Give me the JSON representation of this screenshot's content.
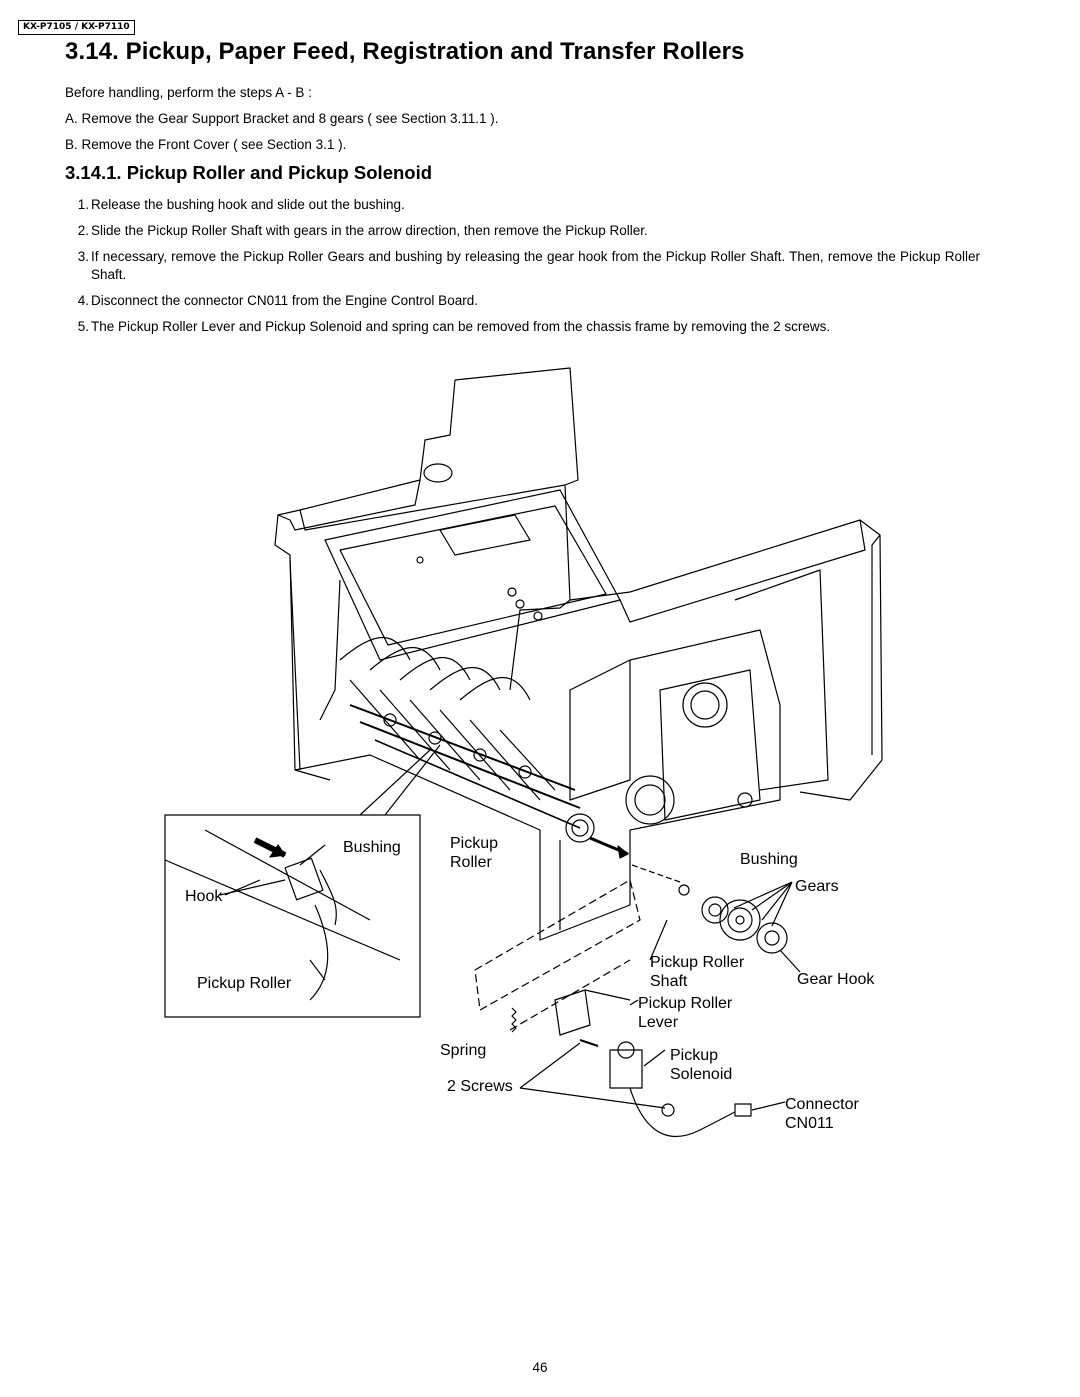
{
  "header": {
    "model": "KX-P7105  / KX-P7110",
    "title": "3.14.  Pickup, Paper Feed, Registration and Transfer Rollers"
  },
  "intro": {
    "lead": "Before handling, perform the steps A - B :",
    "items": [
      "A. Remove the Gear Support Bracket and 8 gears ( see Section 3.11.1 ).",
      "B. Remove the Front Cover ( see Section 3.1 )."
    ]
  },
  "subsection": {
    "title": "3.14.1.  Pickup Roller and Pickup Solenoid",
    "steps": [
      {
        "num": "1.",
        "text": "Release the bushing hook and slide out the bushing."
      },
      {
        "num": "2.",
        "text": "Slide the Pickup Roller Shaft with gears in the arrow direction, then remove the Pickup Roller."
      },
      {
        "num": "3.",
        "text": "If necessary, remove the Pickup Roller Gears and bushing by releasing the gear hook from the Pickup Roller Shaft. Then, remove the Pickup Roller Shaft."
      },
      {
        "num": "4.",
        "text": "Disconnect the connector CN011 from the Engine Control Board."
      },
      {
        "num": "5.",
        "text": "The Pickup Roller Lever and Pickup Solenoid and spring can be removed from the chassis frame by removing the 2 screws."
      }
    ]
  },
  "figure": {
    "labels": {
      "bushing_inset": "Bushing",
      "hook": "Hook",
      "pickup_roller_inset": "Pickup Roller",
      "pickup_roller_1": "Pickup",
      "pickup_roller_2": "Roller",
      "bushing": "Bushing",
      "gears": "Gears",
      "shaft_1": "Pickup Roller",
      "shaft_2": "Shaft",
      "gear_hook": "Gear Hook",
      "lever_1": "Pickup Roller",
      "lever_2": "Lever",
      "spring": "Spring",
      "solenoid_1": "Pickup",
      "solenoid_2": "Solenoid",
      "screws": "2 Screws",
      "connector_1": "Connector",
      "connector_2": "CN011"
    }
  },
  "footer": {
    "page_number": "46"
  }
}
